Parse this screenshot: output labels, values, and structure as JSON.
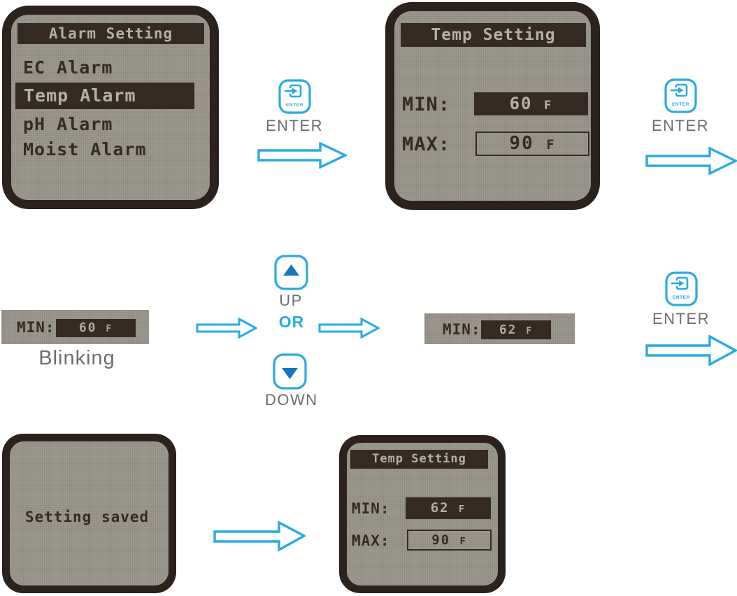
{
  "colors": {
    "accent_blue": "#29abe2",
    "triangle_blue": "#1b75bc",
    "lcd_background": "#9b988f",
    "lcd_bezel": "#2b211d",
    "lcd_pixel_dark": "#362b24",
    "lcd_pixel_light": "#b3b1a6",
    "caption_gray": "#6d6e71"
  },
  "buttons": {
    "enter": {
      "icon_caption": "ENTER",
      "label": "ENTER"
    },
    "up": {
      "label": "UP"
    },
    "down": {
      "label": "DOWN"
    },
    "or_text": "OR"
  },
  "screen_alarm_menu": {
    "title": "Alarm Setting",
    "items": [
      {
        "label": "EC Alarm",
        "selected": false
      },
      {
        "label": "Temp Alarm",
        "selected": true
      },
      {
        "label": "pH Alarm",
        "selected": false
      },
      {
        "label": "Moist Alarm",
        "selected": false
      }
    ]
  },
  "screen_temp_initial": {
    "title": "Temp Setting",
    "min": {
      "label": "MIN:",
      "value": "60",
      "unit": "F"
    },
    "max": {
      "label": "MAX:",
      "value": "90",
      "unit": "F"
    }
  },
  "strip_before": {
    "label": "MIN:",
    "value": "60",
    "unit": "F",
    "caption": "Blinking"
  },
  "strip_after": {
    "label": "MIN:",
    "value": "62",
    "unit": "F"
  },
  "screen_saved": {
    "message": "Setting saved"
  },
  "screen_temp_final": {
    "title": "Temp Setting",
    "min": {
      "label": "MIN:",
      "value": "62",
      "unit": "F"
    },
    "max": {
      "label": "MAX:",
      "value": "90",
      "unit": "F"
    }
  }
}
